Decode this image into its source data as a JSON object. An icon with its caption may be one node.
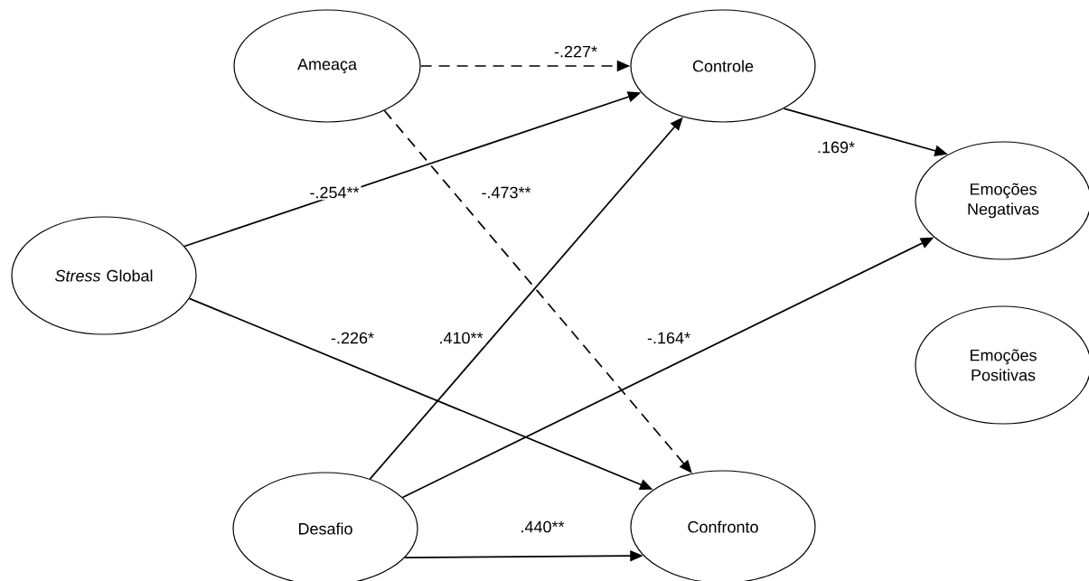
{
  "diagram": {
    "nodes": [
      {
        "text": [
          "Ameaça"
        ]
      },
      {
        "text": [
          "Controle"
        ]
      },
      {
        "text": [
          "Emoções Negativas"
        ]
      },
      {
        "text": [
          "*Stress* Global"
        ]
      },
      {
        "text": [
          "Emoções Positivas"
        ]
      },
      {
        "text": [
          "Desafio"
        ]
      },
      {
        "text": [
          "Confronto"
        ]
      }
    ],
    "edges": [
      {
        "from": 0,
        "to": 1,
        "arrow": "to",
        "style": "dashed",
        "label": "-.227*"
      },
      {
        "from": 3,
        "to": 1,
        "arrow": "to",
        "label": "-.254**"
      },
      {
        "from": 0,
        "to": 6,
        "arrow": "to",
        "style": "dashed",
        "label": "-.473**"
      },
      {
        "from": 1,
        "to": 2,
        "arrow": "to",
        "label": ".169*"
      },
      {
        "from": 3,
        "to": 6,
        "arrow": "to",
        "label": "-.226*"
      },
      {
        "from": 5,
        "to": 1,
        "arrow": "to",
        "label": ".410**"
      },
      {
        "from": 5,
        "to": 2,
        "arrow": "to",
        "label": "-.164*"
      },
      {
        "from": 5,
        "to": 6,
        "arrow": "to",
        "label": ".440**"
      }
    ]
  }
}
